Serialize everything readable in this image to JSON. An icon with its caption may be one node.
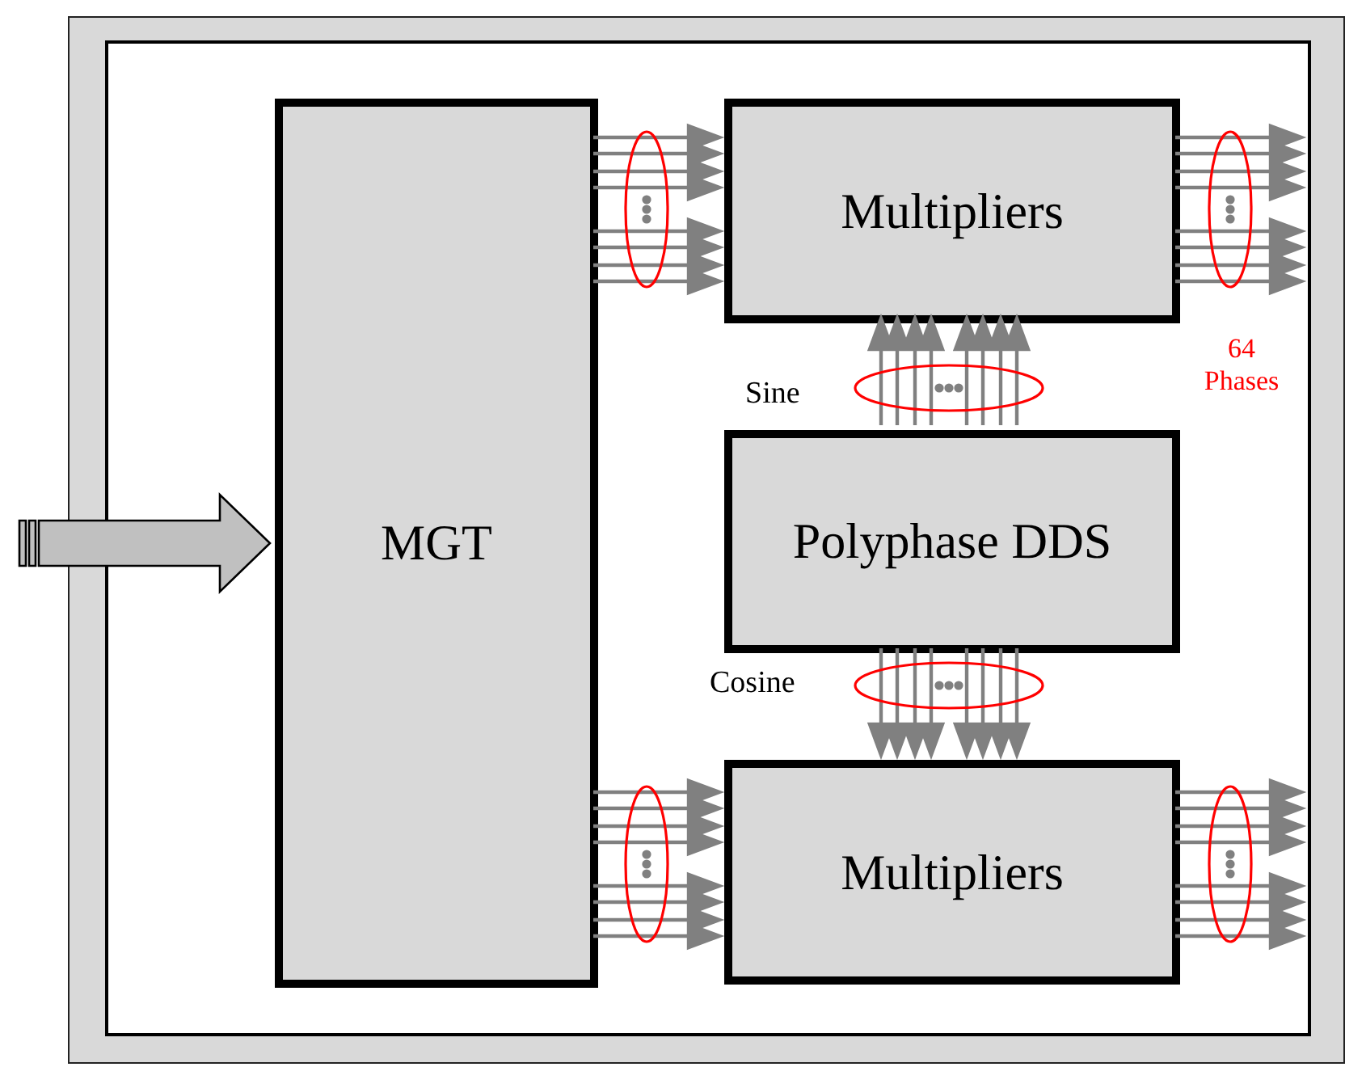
{
  "diagram": {
    "nodes": [
      {
        "text": [],
        "shape": "box"
      },
      {
        "text": [],
        "shape": "box",
        "in": 0
      },
      {
        "text": [
          "MGT"
        ],
        "in": 1
      },
      {
        "text": [
          "Multipliers"
        ],
        "in": 1
      },
      {
        "text": [
          "Polyphase DDS"
        ],
        "in": 1
      },
      {
        "text": [
          "Multipliers"
        ],
        "in": 1
      }
    ],
    "edges": [
      {
        "from": null,
        "to": 2,
        "arrow": "to",
        "style": "thick"
      },
      {
        "from": 2,
        "to": 3,
        "arrow": "to"
      },
      {
        "from": 2,
        "to": 5,
        "arrow": "to"
      },
      {
        "from": 4,
        "to": 3,
        "arrow": "to",
        "label": "Sine"
      },
      {
        "from": 4,
        "to": 5,
        "arrow": "to",
        "label": "Cosine"
      },
      {
        "from": 3,
        "to": null,
        "arrow": "to"
      },
      {
        "from": 5,
        "to": null,
        "arrow": "to"
      }
    ],
    "labels": [
      "64 Phases"
    ]
  }
}
